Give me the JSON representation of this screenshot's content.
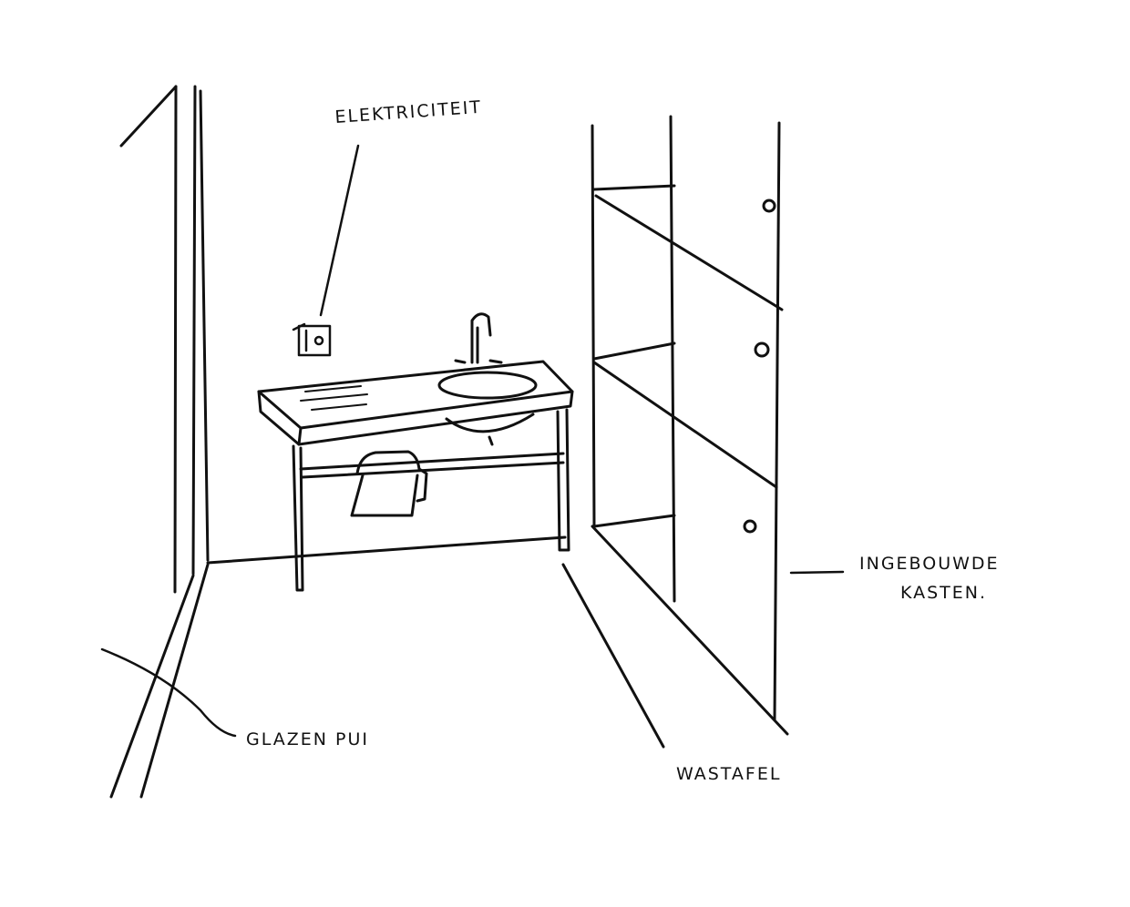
{
  "colors": {
    "ink": "#111111",
    "paper": "#ffffff"
  },
  "labels": {
    "elektriciteit": "ELEKTRICITEIT",
    "ingebouwde": "INGEBOUWDE",
    "kasten": "KASTEN.",
    "glazen_pui": "GLAZEN PUI",
    "wastafel": "WASTAFEL"
  }
}
